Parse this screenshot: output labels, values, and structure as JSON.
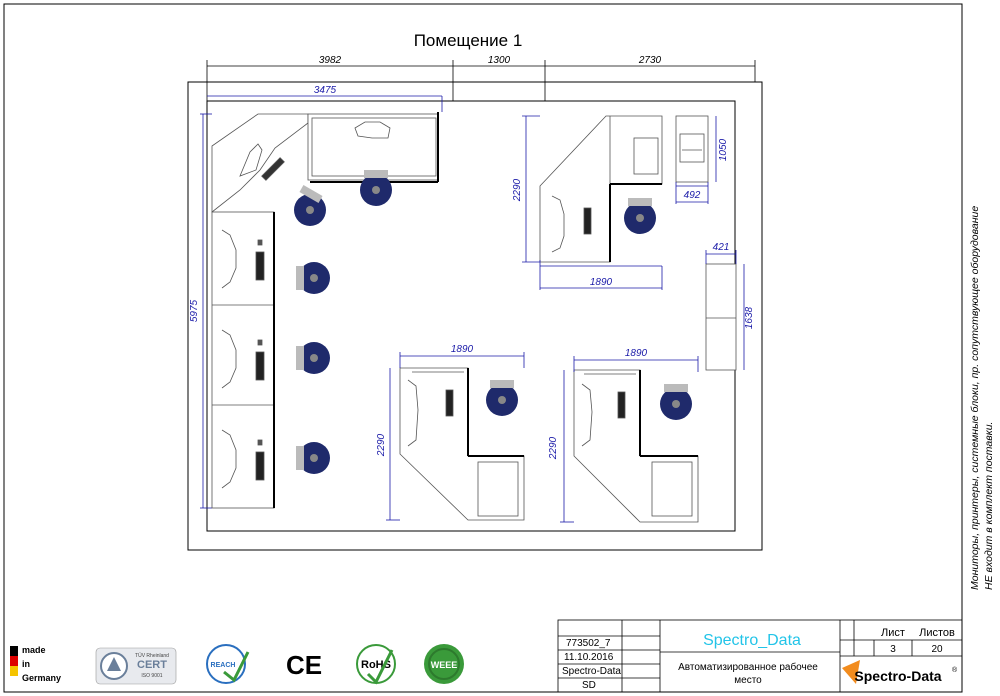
{
  "title": "Помещение 1",
  "dimensions": {
    "top_a": "3982",
    "top_b": "1300",
    "top_c": "2730",
    "inner_top": "3475",
    "left_side": "5975",
    "corner_ws_height": "2290",
    "corner_ws_width": "1890",
    "cabinet_width": "492",
    "cabinet_height": "1050",
    "shelf_width": "421",
    "shelf_height": "1638",
    "bottom_left_width": "1890",
    "bottom_left_height": "2290",
    "bottom_right_width": "1890",
    "bottom_right_height": "2290"
  },
  "side_note": {
    "line1": "Мониторы, принтеры, системные блоки, пр. сопутствующее оборудование",
    "line2": "НЕ входит в комплект поставки."
  },
  "title_block": {
    "doc_number": "773502_7",
    "date": "11.10.2016",
    "company": "Spectro-Data",
    "code": "SD",
    "project": "Spectro_Data",
    "description_line1": "Автоматизированное рабочее",
    "description_line2": "место",
    "sheet_label": "Лист",
    "sheets_label": "Листов",
    "sheet_value": "3",
    "sheets_value": "20",
    "brand": "Spectro-Data",
    "brand_mark": "®"
  },
  "logos": {
    "germany_line1": "made",
    "germany_line2": "in",
    "germany_line3": "Germany",
    "cert_top": "TÜV Rheinland",
    "cert_main": "CERT",
    "cert_sub": "ISO 9001",
    "reach": "REACH",
    "ce": "CE",
    "rohs": "RoHS",
    "weee": "WEEE"
  },
  "colors": {
    "dimension_blue": "#1a1aa8",
    "chair_navy": "#1f2a6b",
    "project_cyan": "#22c4e8",
    "brand_orange": "#f28c1e",
    "weee_green": "#3a9a3a"
  }
}
